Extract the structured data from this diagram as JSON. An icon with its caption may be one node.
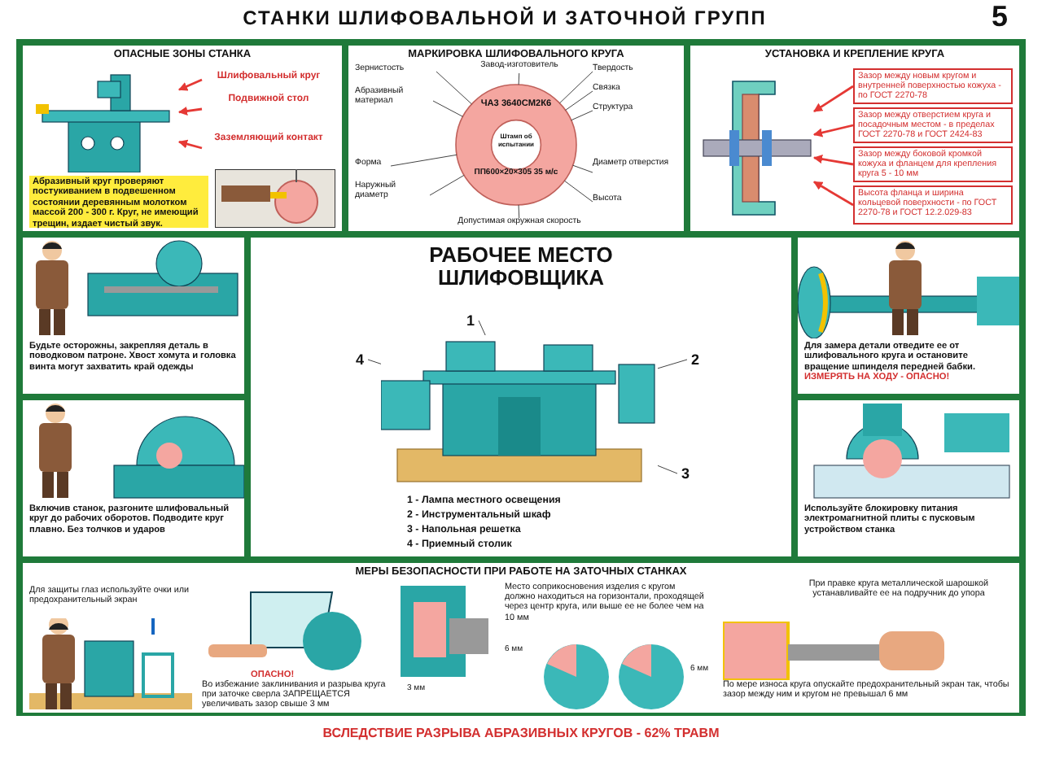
{
  "diagram": {
    "title": "СТАНКИ ШЛИФОВАЛЬНОЙ И ЗАТОЧНОЙ ГРУПП",
    "caption": "ВСЛЕДСТВИЕ РАЗРЫВА АБРАЗИВНЫХ КРУГОВ - 62% ТРАВМ",
    "nodes": [
      {
        "text": [
          "ОПАСНЫЕ ЗОНЫ СТАНКА"
        ]
      },
      {
        "text": [],
        "shape": "picture",
        "in": 0
      },
      {
        "text": [
          "Шлифовальный круг"
        ],
        "in": 0
      },
      {
        "text": [
          "Подвижной стол"
        ],
        "in": 0
      },
      {
        "text": [
          "Заземляющий контакт"
        ],
        "in": 0
      },
      {
        "text": [
          "Абразивный круг проверяют постукиванием в подвешенном состоянии деревянным молотком массой 200 - 300 г. Круг, не имеющий трещин, издает чистый звук."
        ],
        "in": 0
      },
      {
        "text": [
          "МАРКИРОВКА ШЛИФОВАЛЬНОГО КРУГА"
        ]
      },
      {
        "text": [
          "ЧА3 3640СМ2К6",
          "Штамп об испытании",
          "ПП600×20×305 35 м/с"
        ],
        "in": 6
      },
      {
        "text": [
          "Зернистость"
        ],
        "in": 6
      },
      {
        "text": [
          "Завод-изготовитель"
        ],
        "in": 6
      },
      {
        "text": [
          "Твердость"
        ],
        "in": 6
      },
      {
        "text": [
          "Абразивный материал"
        ],
        "in": 6
      },
      {
        "text": [
          "Связка"
        ],
        "in": 6
      },
      {
        "text": [
          "Структура"
        ],
        "in": 6
      },
      {
        "text": [
          "Форма"
        ],
        "in": 6
      },
      {
        "text": [
          "Наружный диаметр"
        ],
        "in": 6
      },
      {
        "text": [
          "Диаметр отверстия"
        ],
        "in": 6
      },
      {
        "text": [
          "Высота"
        ],
        "in": 6
      },
      {
        "text": [
          "Допустимая окружная скорость"
        ],
        "in": 6
      },
      {
        "text": [
          "УСТАНОВКА И КРЕПЛЕНИЕ КРУГА"
        ]
      },
      {
        "text": [],
        "shape": "picture",
        "in": 19
      },
      {
        "text": [
          "Зазор между новым кругом и внутренней поверхностью кожуха - по ГОСТ 2270-78"
        ],
        "in": 19
      },
      {
        "text": [
          "Зазор между отверстием круга и посадочным местом - в пределах ГОСТ 2270-78 и ГОСТ 2424-83"
        ],
        "in": 19
      },
      {
        "text": [
          "Зазор между боковой кромкой кожуха и фланцем для крепления круга 5 - 10 мм"
        ],
        "in": 19
      },
      {
        "text": [
          "Высота фланца и ширина кольцевой поверхности - по ГОСТ 2270-78 и ГОСТ 12.2.029-83"
        ],
        "in": 19
      },
      {
        "text": [
          "Будьте осторожны, закрепляя деталь в поводковом патроне. Хвост хомута и головка винта могут захватить край одежды"
        ]
      },
      {
        "text": [
          "Включив станок, разгоните шлифовальный круг до рабочих оборотов. Подводите круг плавно. Без толчков и ударов"
        ]
      },
      {
        "text": [
          "РАБОЧЕЕ МЕСТО ШЛИФОВЩИКА"
        ]
      },
      {
        "text": [],
        "shape": "picture",
        "in": 27
      },
      {
        "text": [
          "1"
        ],
        "in": 27
      },
      {
        "text": [
          "2"
        ],
        "in": 27
      },
      {
        "text": [
          "3"
        ],
        "in": 27
      },
      {
        "text": [
          "4"
        ],
        "in": 27
      },
      {
        "text": [
          "Для замера детали отведите ее от шлифовального круга и остановите вращение шпинделя передней бабки.",
          "ИЗМЕРЯТЬ НА ХОДУ - ОПАСНО!"
        ]
      },
      {
        "text": [
          "Используйте блокировку питания электромагнитной плиты с пусковым устройством станка"
        ]
      },
      {
        "text": [
          "МЕРЫ БЕЗОПАСНОСТИ ПРИ РАБОТЕ НА ЗАТОЧНЫХ СТАНКАХ"
        ]
      }
    ],
    "edges": [
      {
        "from": 2,
        "to": 1,
        "arrow": "to",
        "color": "#e53935"
      },
      {
        "from": 3,
        "to": 1,
        "arrow": "to",
        "color": "#e53935"
      },
      {
        "from": 4,
        "to": 1,
        "arrow": "to",
        "color": "#e53935"
      },
      {
        "from": 8,
        "to": 7,
        "arrow": "none"
      },
      {
        "from": 9,
        "to": 7,
        "arrow": "none"
      },
      {
        "from": 10,
        "to": 7,
        "arrow": "none"
      },
      {
        "from": 11,
        "to": 7,
        "arrow": "none"
      },
      {
        "from": 12,
        "to": 7,
        "arrow": "none"
      },
      {
        "from": 13,
        "to": 7,
        "arrow": "none"
      },
      {
        "from": 14,
        "to": 7,
        "arrow": "none"
      },
      {
        "from": 15,
        "to": 7,
        "arrow": "none"
      },
      {
        "from": 16,
        "to": 7,
        "arrow": "none"
      },
      {
        "from": 17,
        "to": 7,
        "arrow": "none"
      },
      {
        "from": 18,
        "to": 7,
        "arrow": "none"
      },
      {
        "from": 21,
        "to": 20,
        "arrow": "to",
        "color": "#e53935"
      },
      {
        "from": 22,
        "to": 20,
        "arrow": "to",
        "color": "#e53935"
      },
      {
        "from": 23,
        "to": 20,
        "arrow": "to",
        "color": "#e53935"
      },
      {
        "from": 24,
        "to": 20,
        "arrow": "to",
        "color": "#e53935"
      },
      {
        "from": 29,
        "to": 28,
        "arrow": "none"
      },
      {
        "from": 30,
        "to": 28,
        "arrow": "none"
      },
      {
        "from": 31,
        "to": 28,
        "arrow": "none"
      },
      {
        "from": 32,
        "to": 28,
        "arrow": "none"
      }
    ],
    "labels": [
      "5",
      "1 - Лампа местного освещения",
      "2 - Инструментальный шкаф",
      "3 - Напольная решетка",
      "4 - Приемный столик",
      "Для защиты глаз используйте очки или предохранительный экран",
      "ОПАСНО!",
      "Место соприкосновения изделия с кругом должно находиться на горизонтали, проходящей через центр круга, или выше ее не более чем на 10 мм",
      "При правке круга металлической шарошкой устанавливайте ее на подручник до упора",
      "6 мм",
      "3 мм",
      "6 мм",
      "Во избежание заклинивания и разрыва круга при заточке сверла ЗАПРЕЩАЕТСЯ увеличивать зазор свыше 3 мм",
      "По мере износа круга опускайте предохранительный экран так, чтобы зазор между ним и кругом не превышал 6 мм"
    ]
  }
}
